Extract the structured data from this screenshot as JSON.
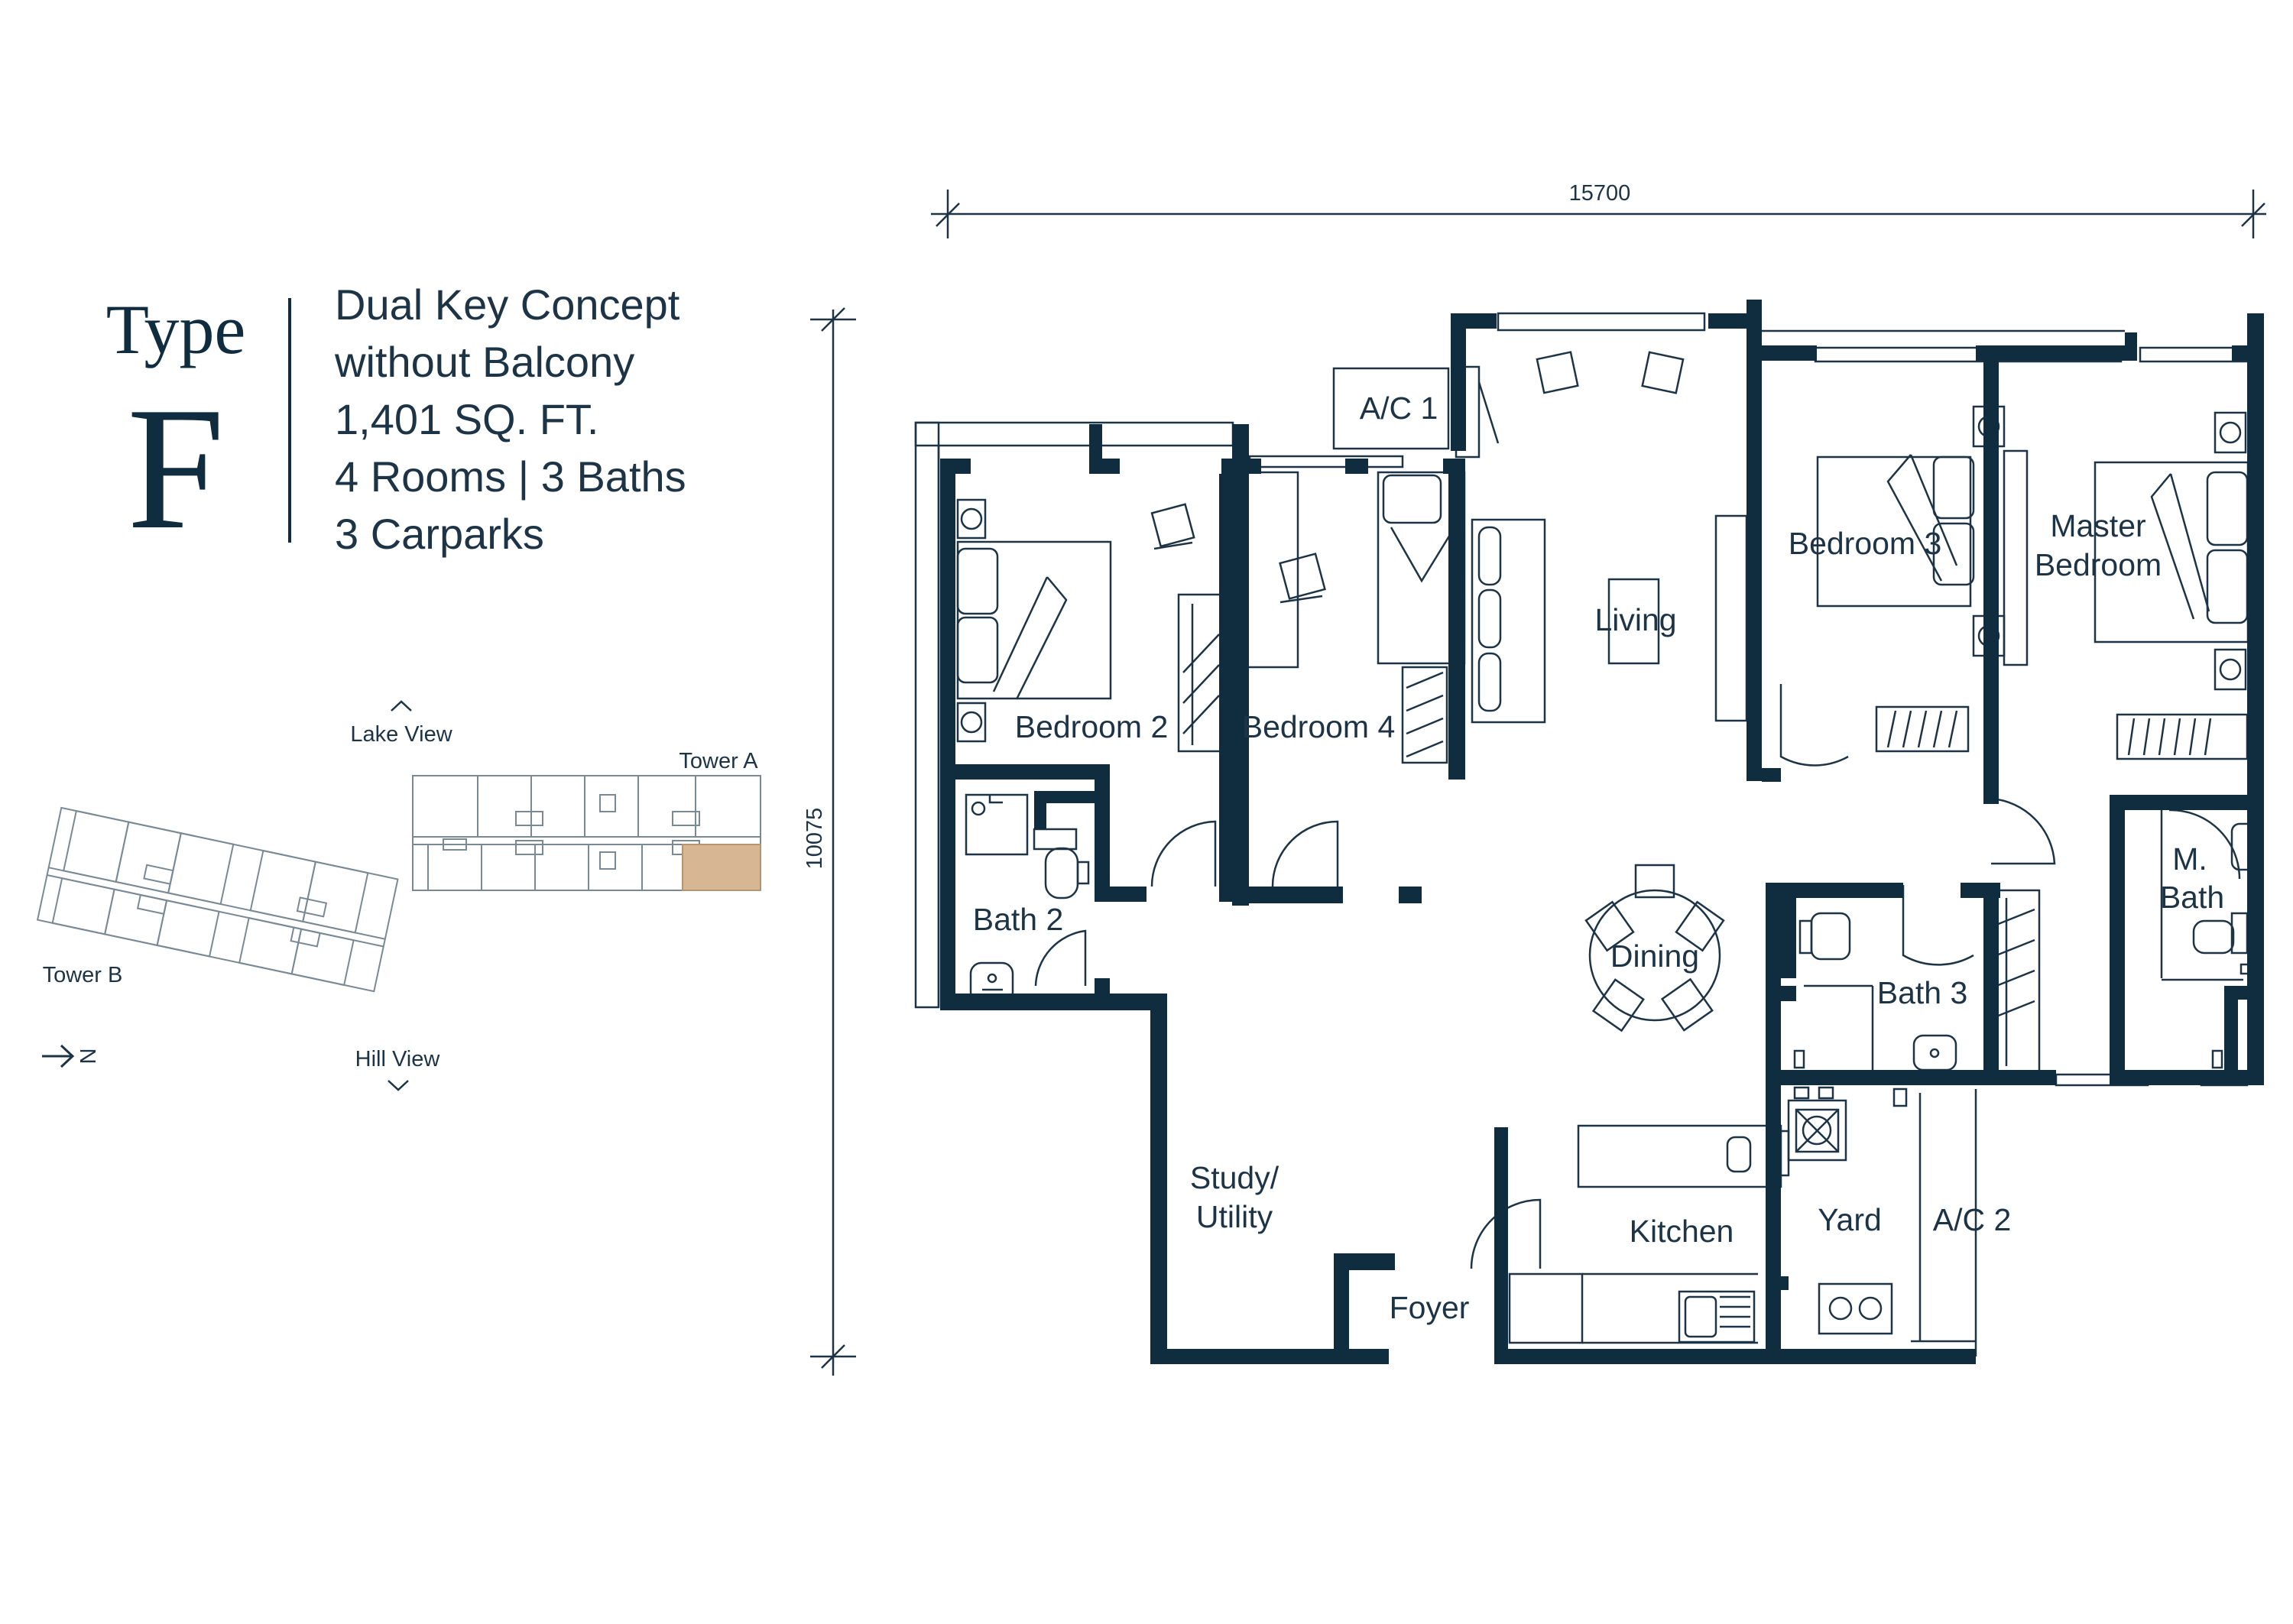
{
  "colors": {
    "ink": "#0f2d3f",
    "line": "#1d3446",
    "highlight": "#d7b793"
  },
  "header": {
    "type_word": "Type",
    "type_letter": "F",
    "details": [
      "Dual Key Concept",
      "without Balcony",
      "1,401 SQ. FT.",
      "4 Rooms | 3 Baths",
      "3 Carparks"
    ]
  },
  "key_plan": {
    "lake_view": "Lake View",
    "hill_view": "Hill View",
    "tower_a": "Tower A",
    "tower_b": "Tower B",
    "north": "N"
  },
  "dimensions": {
    "width": "15700",
    "height": "10075"
  },
  "rooms": {
    "ac1": "A/C 1",
    "living": "Living",
    "bedroom3": "Bedroom 3",
    "master_bedroom_1": "Master",
    "master_bedroom_2": "Bedroom",
    "bedroom2": "Bedroom 2",
    "bedroom4": "Bedroom 4",
    "bath2": "Bath 2",
    "dining": "Dining",
    "bath3": "Bath 3",
    "mbath_1": "M.",
    "mbath_2": "Bath",
    "study_1": "Study/",
    "study_2": "Utility",
    "kitchen": "Kitchen",
    "yard": "Yard",
    "ac2": "A/C 2",
    "foyer": "Foyer"
  }
}
